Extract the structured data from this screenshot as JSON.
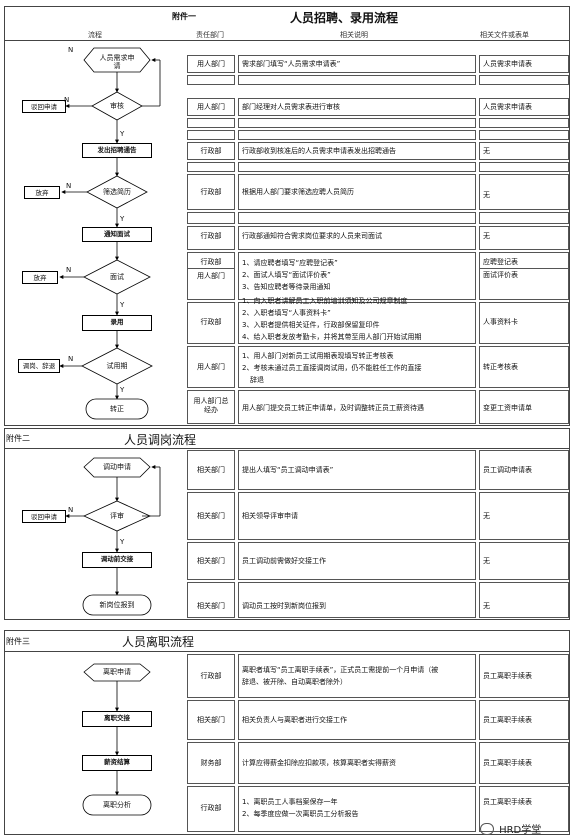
{
  "sections": {
    "s1_tag": "附件一",
    "s1_title": "人员招聘、录用流程",
    "s2_tag": "附件二",
    "s2_title": "人员调岗流程",
    "s3_tag": "附件三",
    "s3_title": "人员离职流程"
  },
  "headers": {
    "flow": "流程",
    "dept": "责任部门",
    "desc": "相关说明",
    "docs": "相关文件或表单"
  },
  "flow1": {
    "start": "人员需求申请",
    "reject1": "驳回申请",
    "review": "审核",
    "post_notice": "发出招聘通告",
    "abandon1": "放弃",
    "screen": "筛选简历",
    "notify": "通知面试",
    "abandon2": "放弃",
    "interview": "面试",
    "hire": "录用",
    "transfer": "调岗、辞退",
    "probation": "试用期",
    "regularize": "转正",
    "n": "N",
    "y": "Y"
  },
  "rows1": [
    {
      "dept": "用人部门",
      "desc": "需求部门填写“人员需求申请表”",
      "doc": "人员需求申请表"
    },
    {
      "dept": "用人部门",
      "desc": "部门经理对人员需求表进行审核",
      "doc": "人员需求申请表"
    },
    {
      "dept": "行政部",
      "desc": "行政部收到核准后的人员需求申请表发出招聘通告",
      "doc": "无"
    },
    {
      "dept": "行政部",
      "desc": "根据用人部门要求筛选应聘人员简历",
      "doc": "无"
    },
    {
      "dept": "行政部",
      "desc": "行政部通知符合需求岗位要求的人员来司面试",
      "doc": "无"
    },
    {
      "dept": "行政部",
      "doc": "应聘登记表"
    },
    {
      "dept": "用人部门",
      "doc": "面试评价表"
    },
    {
      "dept": "行政部",
      "doc": "人事资料卡"
    },
    {
      "dept": "用人部门",
      "doc": "转正考核表"
    },
    {
      "dept": "用人部门总经办",
      "desc": "用人部门提交员工转正申请单，及时调整转正员工薪资待遇",
      "doc": "变更工资申请单"
    }
  ],
  "interview_lines": [
    "1、请应聘者填写“应聘登记表”",
    "2、面试人填写“面试评价表”",
    "3、告知应聘者等待录用通知"
  ],
  "hire_lines": [
    "1、向入职者讲解员工入职前培训须知及公司规章制度",
    "2、入职者填写“人事资料卡”",
    "3、入职者提供相关证件，行政部保留复印件",
    "4、给入职者发放考勤卡，并将其带至用人部门开始试用期"
  ],
  "probation_lines": [
    "1、用人部门对新员工试用期表现填写转正考核表",
    "2、考核未通过员工直接调岗试用，仍不能胜任工作的直接",
    "辞退"
  ],
  "flow2": {
    "apply": "调动申请",
    "reject": "驳回申请",
    "review": "评审",
    "handover": "调动前交接",
    "report": "新岗位报到"
  },
  "rows2": [
    {
      "dept": "相关部门",
      "desc": "提出人填写“员工调动申请表”",
      "doc": "员工调动申请表"
    },
    {
      "dept": "相关部门",
      "desc": "相关领导评审申请",
      "doc": "无"
    },
    {
      "dept": "相关部门",
      "desc": "员工调动前需做好交接工作",
      "doc": "无"
    },
    {
      "dept": "相关部门",
      "desc": "调动员工按时到新岗位报到",
      "doc": "无"
    }
  ],
  "flow3": {
    "apply": "离职申请",
    "handover": "离职交接",
    "settle": "薪资结算",
    "analysis": "离职分析"
  },
  "rows3": [
    {
      "dept": "行政部",
      "desc1": "离职者填写“员工离职手续表”，正式员工需提前一个月申请（被",
      "desc2": "辞退、被开除、自动离职者除外）",
      "doc": "员工离职手续表"
    },
    {
      "dept": "相关部门",
      "desc": "相关负责人与离职者进行交接工作",
      "doc": "员工离职手续表"
    },
    {
      "dept": "财务部",
      "desc": "计算应得薪金扣除应扣款项，核算离职者实得薪资",
      "doc": "员工离职手续表"
    },
    {
      "dept": "行政部",
      "desc1": "1、离职员工人事档案保存一年",
      "desc2": "2、每季度应做一次离职员工分析报告",
      "doc": "员工离职手续表"
    }
  ],
  "watermark": "HRD学堂"
}
